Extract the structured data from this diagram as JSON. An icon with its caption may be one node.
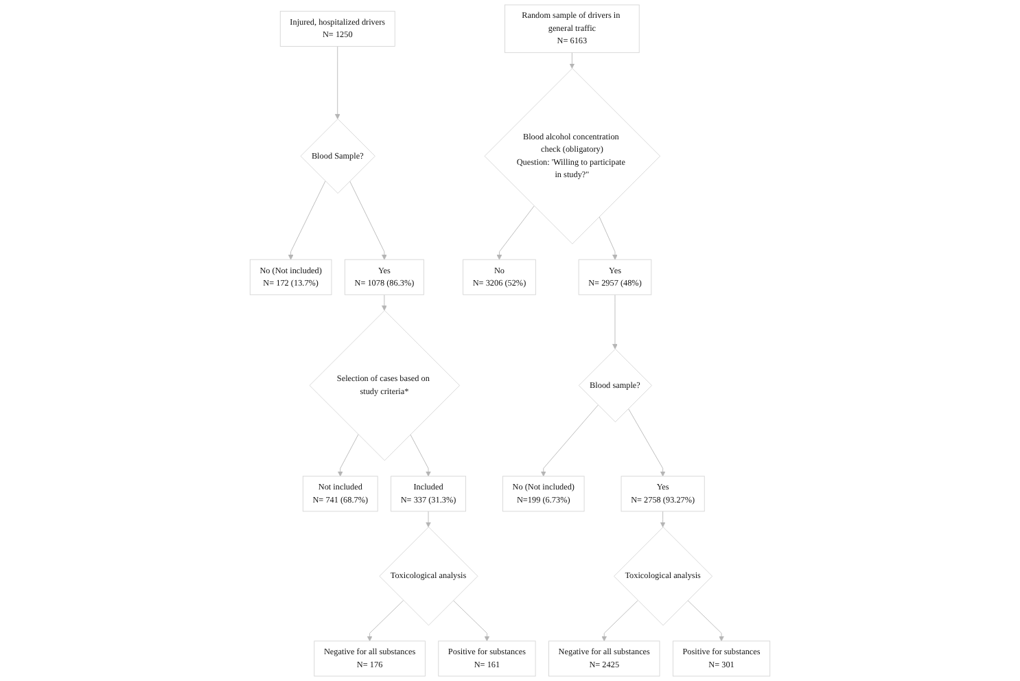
{
  "diagram": {
    "nodes": [
      {
        "text": [
          "Injured, hospitalized drivers",
          "N= 1250"
        ]
      },
      {
        "text": [
          "Blood Sample?"
        ]
      },
      {
        "text": [
          "No (Not included)",
          "N= 172 (13.7%)"
        ]
      },
      {
        "text": [
          "Yes",
          "N= 1078 (86.3%)"
        ]
      },
      {
        "text": [
          "Selection of cases based on study criteria*"
        ]
      },
      {
        "text": [
          "Not included",
          "N= 741 (68.7%)"
        ]
      },
      {
        "text": [
          "Included",
          "N= 337 (31.3%)"
        ]
      },
      {
        "text": [
          "Toxicological analysis"
        ]
      },
      {
        "text": [
          "Negative for all substances",
          "N= 176"
        ]
      },
      {
        "text": [
          "Positive for substances",
          "N= 161"
        ]
      },
      {
        "text": [
          "Random sample of drivers in general traffic",
          "N= 6163"
        ]
      },
      {
        "text": [
          "Blood alcohol concentration check (obligatory)",
          "Question: 'Willing to participate in study?\""
        ]
      },
      {
        "text": [
          "No",
          "N= 3206 (52%)"
        ]
      },
      {
        "text": [
          "Yes",
          "N= 2957 (48%)"
        ]
      },
      {
        "text": [
          "Blood sample?"
        ]
      },
      {
        "text": [
          "No (Not included)",
          "N=199 (6.73%)"
        ]
      },
      {
        "text": [
          "Yes",
          "N= 2758 (93.27%)"
        ]
      },
      {
        "text": [
          "Toxicological analysis"
        ]
      },
      {
        "text": [
          "Negative for all substances",
          "N= 2425"
        ]
      },
      {
        "text": [
          "Positive for substances",
          "N= 301"
        ]
      }
    ],
    "edges": [
      {
        "from": 0,
        "to": 1,
        "arrow": "to"
      },
      {
        "from": 1,
        "to": 2,
        "arrow": "to"
      },
      {
        "from": 1,
        "to": 3,
        "arrow": "to"
      },
      {
        "from": 3,
        "to": 4,
        "arrow": "to"
      },
      {
        "from": 4,
        "to": 5,
        "arrow": "to"
      },
      {
        "from": 4,
        "to": 6,
        "arrow": "to"
      },
      {
        "from": 6,
        "to": 7,
        "arrow": "to"
      },
      {
        "from": 7,
        "to": 8,
        "arrow": "to"
      },
      {
        "from": 7,
        "to": 9,
        "arrow": "to"
      },
      {
        "from": 10,
        "to": 11,
        "arrow": "to"
      },
      {
        "from": 11,
        "to": 12,
        "arrow": "to"
      },
      {
        "from": 11,
        "to": 13,
        "arrow": "to"
      },
      {
        "from": 13,
        "to": 14,
        "arrow": "to"
      },
      {
        "from": 14,
        "to": 15,
        "arrow": "to"
      },
      {
        "from": 14,
        "to": 16,
        "arrow": "to"
      },
      {
        "from": 16,
        "to": 17,
        "arrow": "to"
      },
      {
        "from": 17,
        "to": 18,
        "arrow": "to"
      },
      {
        "from": 17,
        "to": 19,
        "arrow": "to"
      }
    ]
  }
}
